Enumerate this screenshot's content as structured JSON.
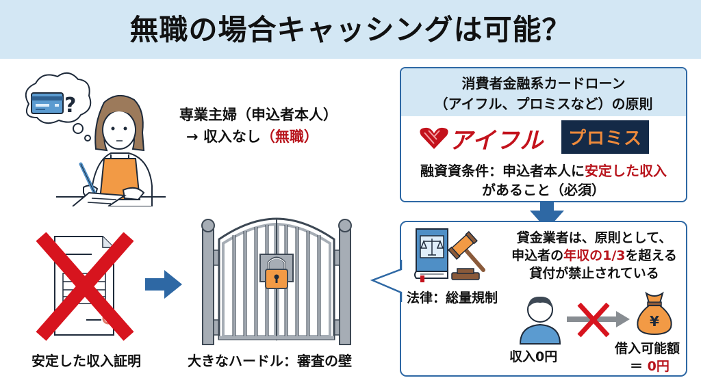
{
  "header": {
    "title": "無職の場合キャッシングは可能？",
    "band_color": "#d3e7f4"
  },
  "applicant": {
    "line1": "専業主婦（申込者本人）",
    "line2_prefix": "→ 収入なし",
    "line2_highlight": "（無職）",
    "icons": [
      "thought-bubble-icon",
      "credit-card-icon",
      "question-mark-icon",
      "housewife-writing-icon"
    ]
  },
  "hurdle_flow": {
    "income_proof_label": "安定した収入証明",
    "gate_label": "大きなハードル：審査の壁",
    "icons": [
      "document-icon",
      "red-x-icon",
      "arrow-right-icon",
      "locked-gate-icon",
      "padlock-icon"
    ]
  },
  "consumer_finance": {
    "header_line1": "消費者金融系カードローン",
    "header_line2": "（アイフル、プロミスなど）の原則",
    "brand_aiful": "アイフル",
    "brand_promise": "プロミス",
    "condition_prefix": "融資資条件：申込者本人に",
    "condition_highlight": "安定した収入",
    "condition_line2": "があること（必須）"
  },
  "regulation": {
    "law_label": "法律：総量規制",
    "rule_line1": "貸金業者は、原則として、",
    "rule_line2_prefix": "申込者の",
    "rule_line2_highlight": "年収の1/3",
    "rule_line2_suffix": "を超える",
    "rule_line3": "貸付が禁止されている",
    "income_label": "収入0円",
    "borrow_label": "借入可能額",
    "borrow_value_prefix": "＝ ",
    "borrow_value": "0円",
    "yen_symbol": "¥",
    "icons": [
      "law-book-icon",
      "scales-icon",
      "gavel-icon",
      "person-icon",
      "blocked-arrow-icon",
      "money-bag-icon"
    ]
  },
  "colors": {
    "accent_blue": "#2e68a4",
    "highlight_red": "#b8141c",
    "promise_navy": "#142a47",
    "promise_orange": "#ee8a3b",
    "apron_orange": "#f29a45"
  }
}
